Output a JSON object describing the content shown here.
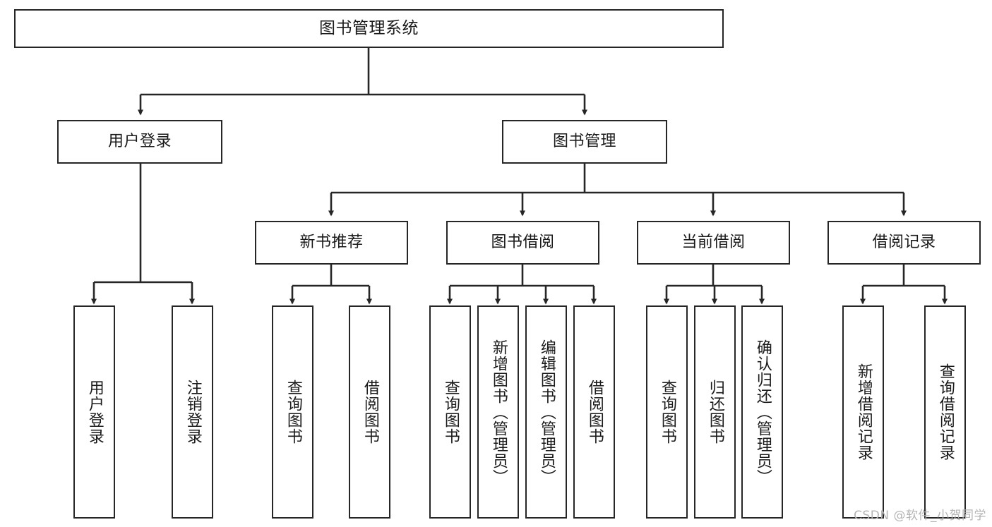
{
  "diagram": {
    "type": "tree-hierarchy",
    "title": "图书管理系统",
    "watermark": "CSDN @软件_小贺同学",
    "colors": {
      "stroke": "#262626",
      "fill": "#ffffff",
      "text": "#1a1a1a",
      "watermark": "#b4b4b4"
    },
    "nodes": {
      "root": {
        "label": "图书管理系统"
      },
      "level2": [
        {
          "label": "用户登录"
        },
        {
          "label": "图书管理"
        }
      ],
      "level3": [
        {
          "label": "新书推荐"
        },
        {
          "label": "图书借阅"
        },
        {
          "label": "当前借阅"
        },
        {
          "label": "借阅记录"
        }
      ],
      "leaves": {
        "user_login": [
          {
            "label": "用户登录"
          },
          {
            "label": "注销登录"
          }
        ],
        "new_book_rec": [
          {
            "label": "查询图书"
          },
          {
            "label": "借阅图书"
          }
        ],
        "book_borrow": [
          {
            "label": "查询图书"
          },
          {
            "label": "新增图书（管理员）"
          },
          {
            "label": "编辑图书（管理员）"
          },
          {
            "label": "借阅图书"
          }
        ],
        "current_borrow": [
          {
            "label": "查询图书"
          },
          {
            "label": "归还图书"
          },
          {
            "label": "确认归还（管理员）"
          }
        ],
        "borrow_record": [
          {
            "label": "新增借阅记录"
          },
          {
            "label": "查询借阅记录"
          }
        ]
      }
    }
  }
}
